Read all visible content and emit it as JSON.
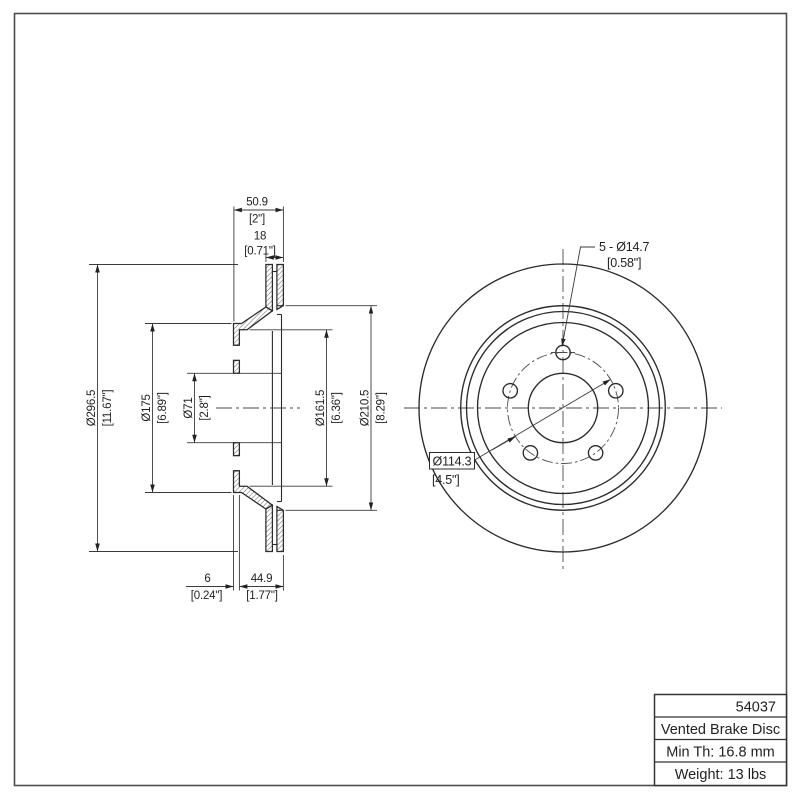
{
  "page": {
    "background": "#ffffff",
    "line_color": "#2b2b2b"
  },
  "section_view": {
    "top_dims": {
      "width_mm": "50.9",
      "width_in": "[2\"]",
      "thickness_mm": "18",
      "thickness_in": "[0.71\"]"
    },
    "left_dims": {
      "outer_mm": "Ø296.5",
      "outer_in": "[11.67\"]",
      "hat_mm": "Ø175",
      "hat_in": "[6.89\"]",
      "bore_mm": "Ø71",
      "bore_in": "[2.8\"]"
    },
    "right_dims": {
      "inner_mm": "Ø161.5",
      "inner_in": "[6.36\"]",
      "band_mm": "Ø210.5",
      "band_in": "[8.29\"]"
    },
    "bottom_dims": {
      "flange_mm": "6",
      "flange_in": "[0.24\"]",
      "depth_mm": "44.9",
      "depth_in": "[1.77\"]"
    }
  },
  "front_view": {
    "bolt_hole_label_mm": "5 - Ø14.7",
    "bolt_hole_label_in": "[0.58\"]",
    "bolt_circle_mm": "Ø114.3",
    "bolt_circle_in": "[4.5\"]"
  },
  "title_block": {
    "part_number": "54037",
    "product": "Vented Brake Disc",
    "min_thickness": "Min Th: 16.8 mm",
    "weight": "Weight: 13 lbs"
  }
}
